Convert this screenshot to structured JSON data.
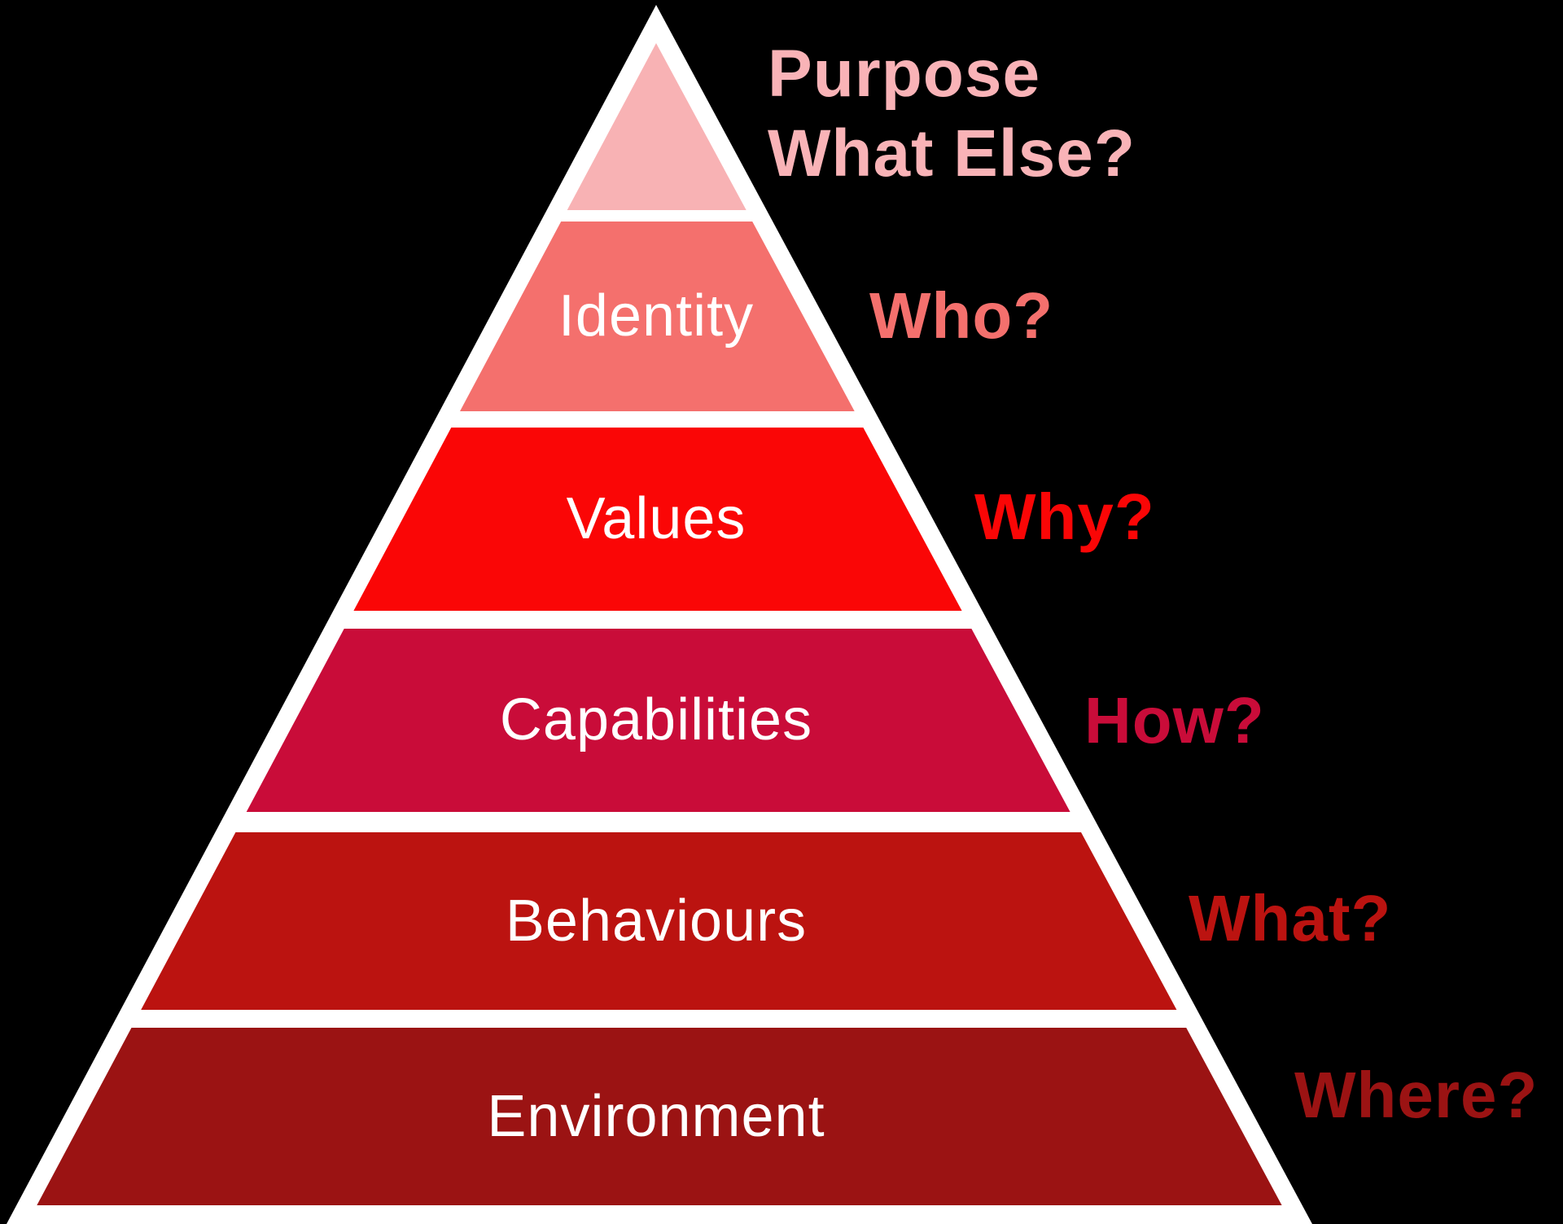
{
  "canvas": {
    "background_color": "#000000"
  },
  "pyramid": {
    "outline_color": "#ffffff",
    "levels": [
      {
        "shape_label": "",
        "side_text_lines": [
          "Purpose",
          "What Else?"
        ],
        "fill": "#F8B2B4",
        "side_text_color": "#F9B3B7"
      },
      {
        "shape_label": "Identity",
        "side_text_lines": [
          "Who?"
        ],
        "fill": "#F4706D",
        "side_text_color": "#F4706D"
      },
      {
        "shape_label": "Values",
        "side_text_lines": [
          "Why?"
        ],
        "fill": "#FA0606",
        "side_text_color": "#FA0606"
      },
      {
        "shape_label": "Capabilities",
        "side_text_lines": [
          "How?"
        ],
        "fill": "#C90C39",
        "side_text_color": "#C90C39"
      },
      {
        "shape_label": "Behaviours",
        "side_text_lines": [
          "What?"
        ],
        "fill": "#BB1310",
        "side_text_color": "#BB1310"
      },
      {
        "shape_label": "Environment",
        "side_text_lines": [
          "Where?"
        ],
        "fill": "#9B1313",
        "side_text_color": "#9B1313"
      }
    ],
    "label_text_color": "#ffffff"
  }
}
